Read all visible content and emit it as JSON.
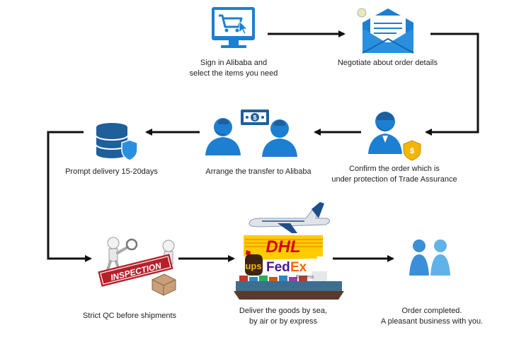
{
  "steps": {
    "sign_in": "Sign in Alibaba and\nselect the items you need",
    "negotiate": "Negotiate about order details",
    "confirm": "Confirm the order which is\nunder protection of Trade Assurance",
    "transfer": "Arrange the transfer to Alibaba",
    "delivery": "Prompt delivery 15-20days",
    "qc": "Strict QC before shipments",
    "deliver_goods": "Deliver the goods by sea,\nby air or by express",
    "completed": "Order completed.\nA pleasant business with you."
  },
  "logos": {
    "dhl": "DHL",
    "ups": "ups",
    "fedex_fed": "Fed",
    "fedex_ex": "Ex",
    "fedex_sub": "Express",
    "inspection": "INSPECTION"
  },
  "colors": {
    "accent_blue": "#1d7fd1",
    "dark_blue": "#1e5f9c",
    "dhl_yellow": "#ffcc00",
    "dhl_red": "#d40511",
    "fedex_purple": "#4d148c",
    "fedex_orange": "#ff6600",
    "ups_brown": "#3d2412",
    "ups_gold": "#f2b705",
    "light_blue": "#5fb3e8"
  }
}
